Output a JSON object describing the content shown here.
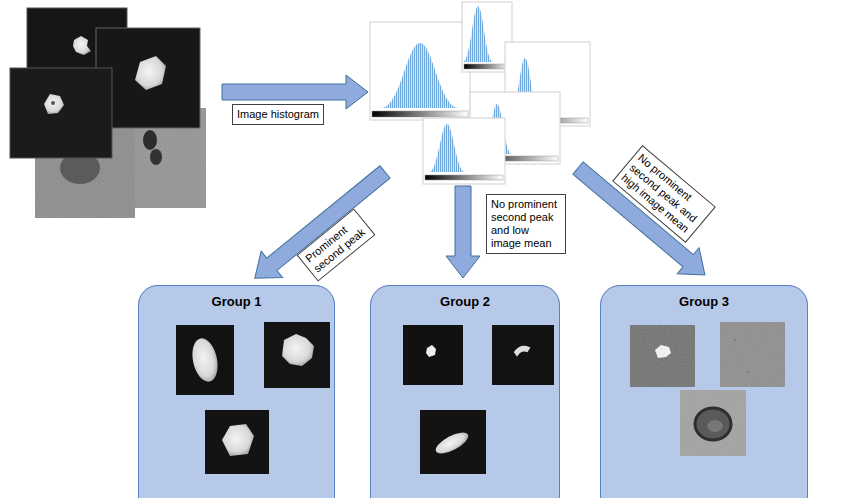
{
  "diagram": {
    "nodes": [
      {
        "text": [
          "Image histogram"
        ]
      },
      {
        "text": [
          "Prominent second peak"
        ]
      },
      {
        "text": [
          "No prominent second peak and low image mean"
        ]
      },
      {
        "text": [
          "No prominent second peak and high image mean"
        ]
      },
      {
        "text": [
          "Group 1"
        ]
      },
      {
        "text": [
          "Group 2"
        ]
      },
      {
        "text": [
          "Group 3"
        ]
      }
    ]
  }
}
